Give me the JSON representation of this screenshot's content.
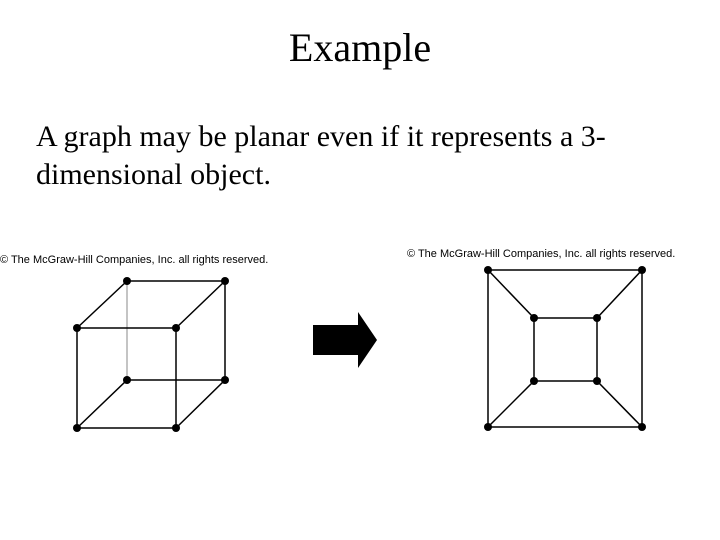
{
  "slide": {
    "title": "Example",
    "body": "A graph may be planar even if it represents a 3-dimensional object."
  },
  "figures": {
    "left_copyright": "© The McGraw-Hill Companies, Inc. all rights reserved.",
    "right_copyright": "© The McGraw-Hill Companies, Inc. all rights reserved."
  },
  "colors": {
    "text": "#000000",
    "edge": "#000000",
    "hidden_edge": "#b0b0b0",
    "vertex": "#000000",
    "arrow": "#000000"
  }
}
